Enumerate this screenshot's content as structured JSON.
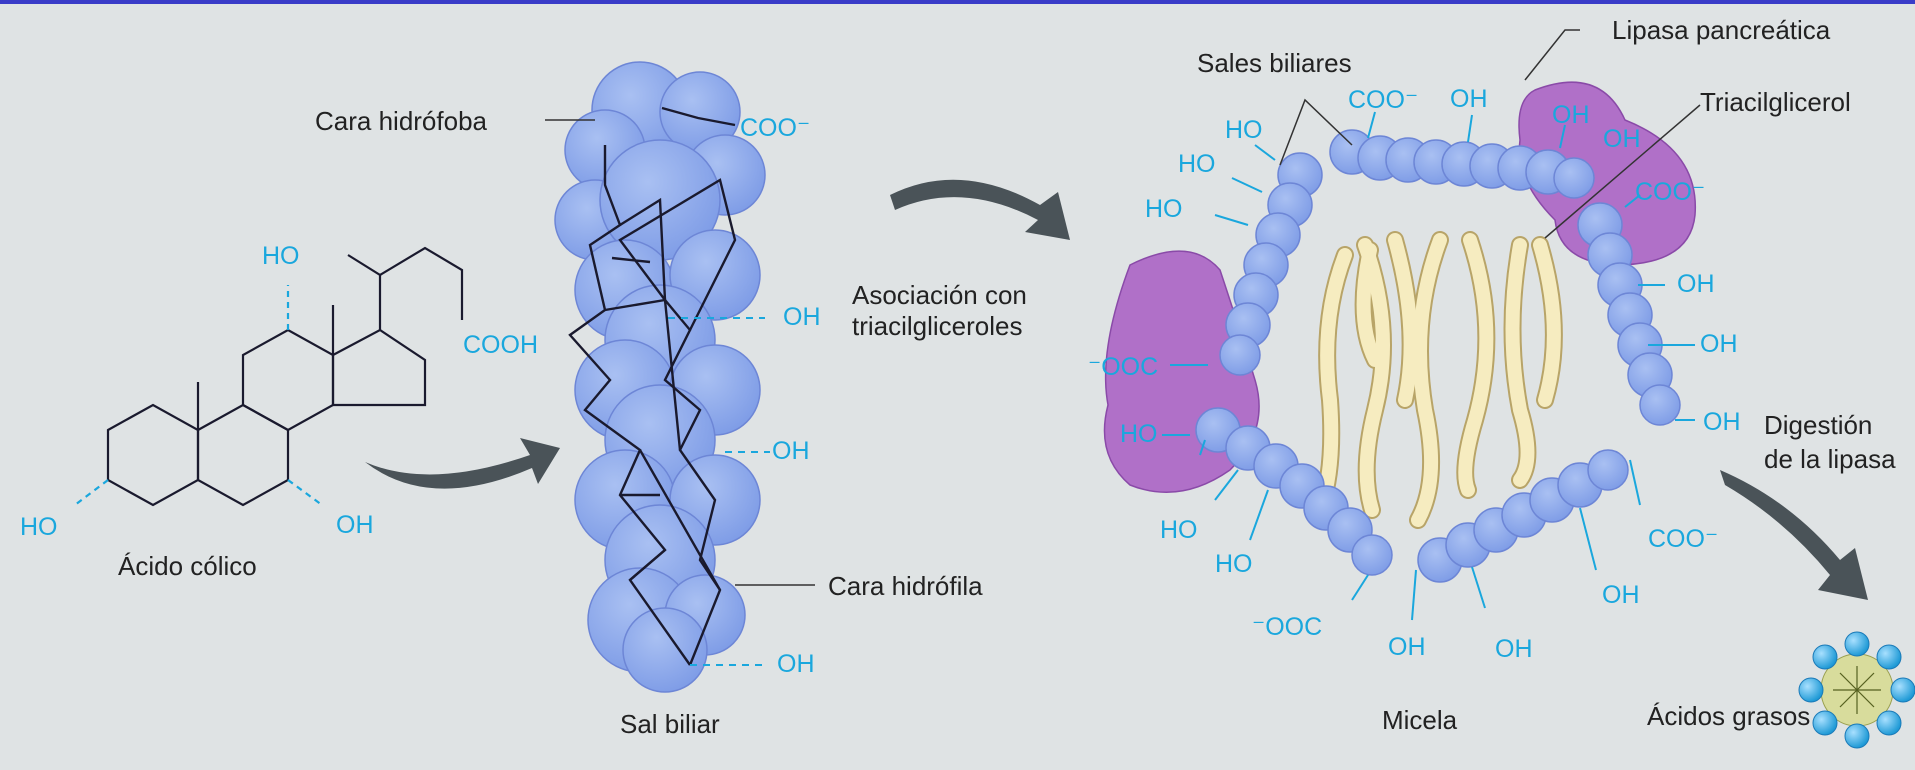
{
  "colors": {
    "background": "#dfe3e4",
    "frame": "#3a3cc8",
    "bile_salt": "#8aa8ea",
    "bile_salt_edge": "#6d86d6",
    "lipase": "#b070c8",
    "triacylglycerol": "#f6ecc0",
    "chemistry_text": "#1aa7dd",
    "arrow": "#4a5358",
    "bond": "#1a1a2e"
  },
  "icons": [
    "curved-arrow",
    "micelle-icon"
  ],
  "labels": {
    "cara_hidrofoba": "Cara hidrófoba",
    "cara_hidrofila": "Cara hidrófila",
    "acido_colico": "Ácido cólico",
    "sal_biliar": "Sal biliar",
    "asociacion_1": "Asociación con",
    "asociacion_2": "triacilgliceroles",
    "sales_biliares": "Sales biliares",
    "lipasa": "Lipasa pancreática",
    "triacilglicerol": "Triacilglicerol",
    "micela": "Micela",
    "digestion_1": "Digestión",
    "digestion_2": "de la lipasa",
    "acidos_grasos": "Ácidos grasos"
  },
  "chem": {
    "ho": "HO",
    "oh": "OH",
    "coo": "COO⁻",
    "cooh": "COOH",
    "ooc": "⁻OOC",
    "oh_dash": "- - OH",
    "oh_dash_short": "--OH"
  }
}
